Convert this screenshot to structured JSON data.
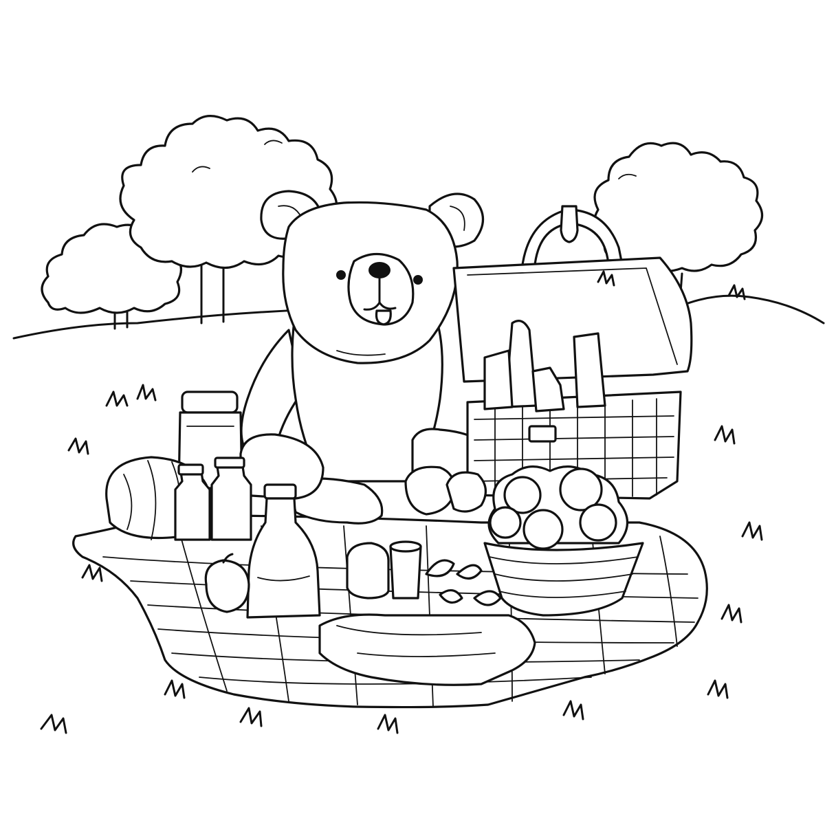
{
  "scene": {
    "style": "black-and-white line-art coloring page",
    "colors": {
      "ink": "#111111",
      "paper": "#ffffff"
    },
    "subjects": [
      "bear",
      "picnic-basket",
      "picnic-blanket",
      "trees",
      "food-bowl",
      "bottles",
      "jar",
      "bread",
      "melon",
      "cup",
      "apple",
      "sandwich",
      "leaves",
      "grass"
    ]
  }
}
